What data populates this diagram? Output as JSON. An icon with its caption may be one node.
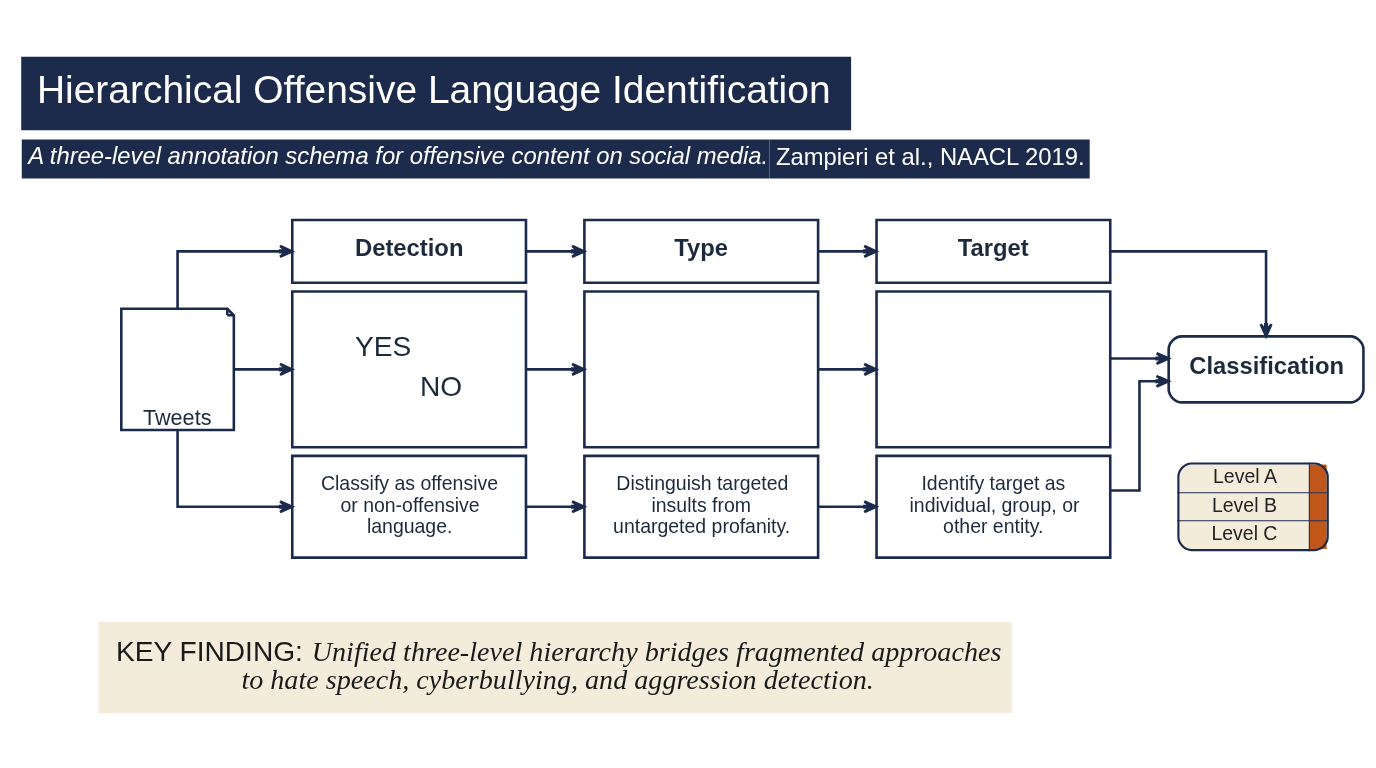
{
  "diagram": {
    "title": "Hierarchical Offensive Language Identification",
    "caption": "KEY FINDING: *Unified three-level hierarchy bridges fragmented approaches to hate speech, cyberbullying, and aggression detection.*",
    "nodes": [
      {
        "text": [
          "Tweets"
        ]
      },
      {
        "text": [
          "Detection"
        ]
      },
      {
        "text": [
          "YES",
          "NO"
        ]
      },
      {
        "text": [
          "Classify as offensive or non-offensive language."
        ]
      },
      {
        "text": [
          "Type"
        ]
      },
      {
        "text": [],
        "shape": "box"
      },
      {
        "text": [
          "Distinguish targeted insults from untargeted profanity."
        ]
      },
      {
        "text": [
          "Target"
        ]
      },
      {
        "text": [],
        "shape": "box"
      },
      {
        "text": [
          "Identify target as individual, group, or other entity."
        ]
      },
      {
        "text": [
          "Classification"
        ]
      }
    ],
    "edges": [
      {
        "from": 0,
        "to": 1,
        "arrow": "to"
      },
      {
        "from": 0,
        "to": 2,
        "arrow": "to"
      },
      {
        "from": 0,
        "to": 3,
        "arrow": "to"
      },
      {
        "from": 1,
        "to": 4,
        "arrow": "to"
      },
      {
        "from": 2,
        "to": 5,
        "arrow": "to"
      },
      {
        "from": 3,
        "to": 6,
        "arrow": "to"
      },
      {
        "from": 4,
        "to": 7,
        "arrow": "to"
      },
      {
        "from": 5,
        "to": 8,
        "arrow": "to"
      },
      {
        "from": 6,
        "to": 9,
        "arrow": "to"
      },
      {
        "from": 7,
        "to": 10,
        "arrow": "to"
      },
      {
        "from": 8,
        "to": 10,
        "arrow": "to"
      },
      {
        "from": 9,
        "to": 10,
        "arrow": "to"
      }
    ],
    "labels": [
      "A three-level annotation schema for offensive content on social media.",
      "Zampieri et al., NAACL 2019.",
      "Level A",
      "Level B",
      "Level C"
    ]
  }
}
